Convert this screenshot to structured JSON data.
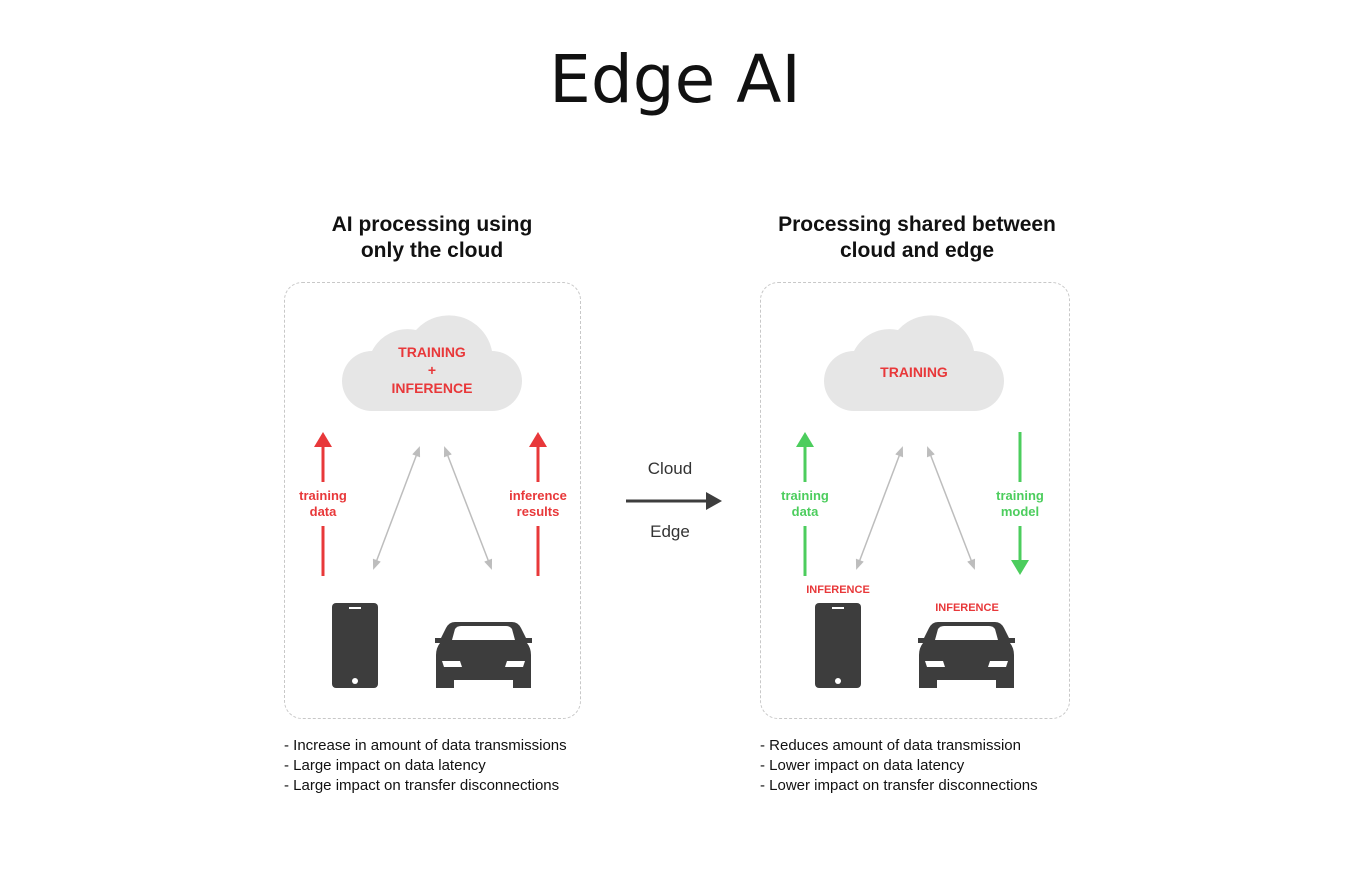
{
  "title": "Edge AI",
  "left": {
    "heading_line1": "AI processing using",
    "heading_line2": "only the cloud",
    "cloud_line1": "TRAINING",
    "cloud_line2": "+",
    "cloud_line3": "INFERENCE",
    "arrow_left_line1": "training",
    "arrow_left_line2": "data",
    "arrow_right_line1": "inference",
    "arrow_right_line2": "results",
    "bullets": [
      "- Increase in amount of data transmissions",
      "- Large impact on data latency",
      "- Large impact on transfer disconnections"
    ]
  },
  "middle": {
    "top_label": "Cloud",
    "bottom_label": "Edge"
  },
  "right": {
    "heading_line1": "Processing shared between",
    "heading_line2": "cloud and edge",
    "cloud_line1": "TRAINING",
    "arrow_left_line1": "training",
    "arrow_left_line2": "data",
    "arrow_right_line1": "training",
    "arrow_right_line2": "model",
    "phone_tag": "INFERENCE",
    "car_tag": "INFERENCE",
    "bullets": [
      "- Reduces amount of data transmission",
      "- Lower impact on data latency",
      "- Lower impact on transfer disconnections"
    ]
  },
  "colors": {
    "red": "#e8383a",
    "green": "#4ccd5d",
    "device": "#3d3d3d",
    "cloud": "#e6e6e6"
  }
}
